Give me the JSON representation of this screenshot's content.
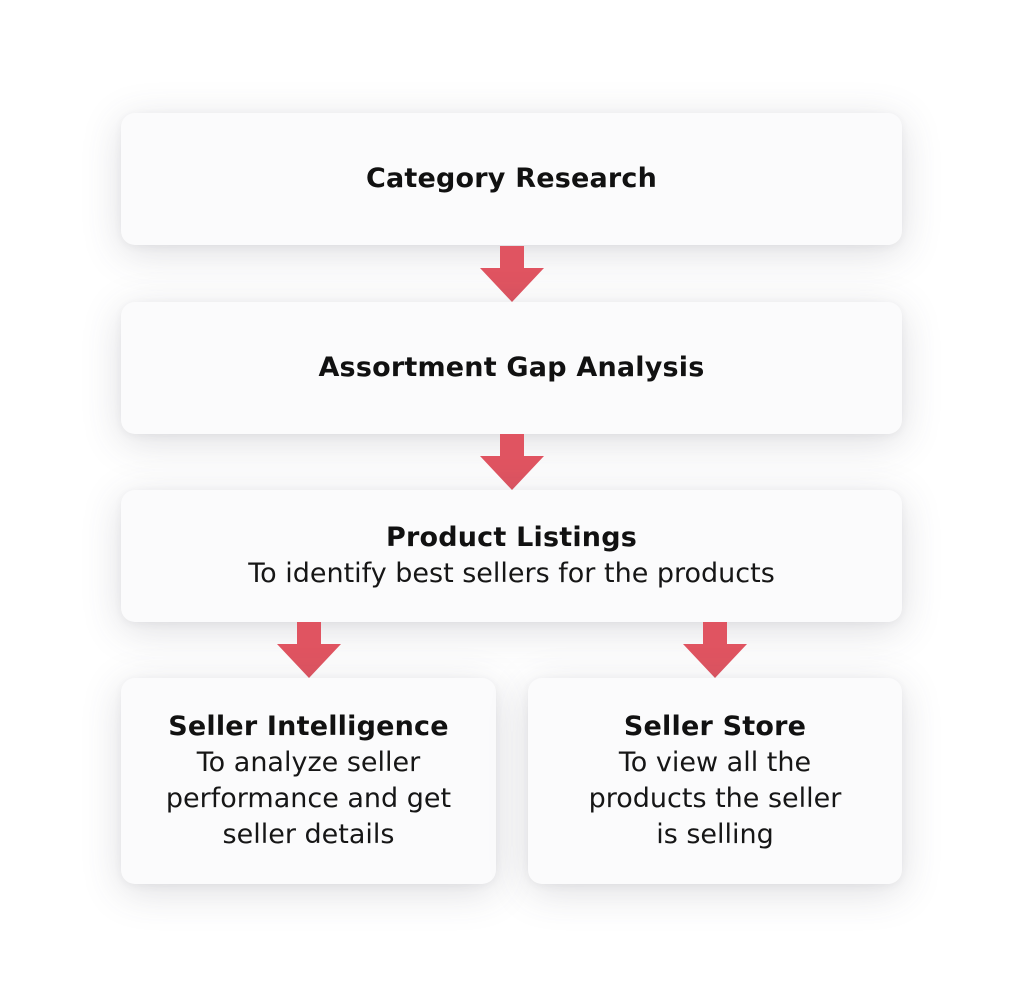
{
  "colors": {
    "arrow": "#e05461",
    "box_background": "#fbfbfc",
    "text": "#111111"
  },
  "steps": [
    {
      "title": "Category Research",
      "description": ""
    },
    {
      "title": "Assortment Gap Analysis",
      "description": ""
    },
    {
      "title": "Product Listings",
      "description": "To identify best sellers for the products"
    }
  ],
  "branches": [
    {
      "title": "Seller Intelligence",
      "description_lines": [
        "To analyze seller",
        "performance and get",
        "seller details"
      ]
    },
    {
      "title": "Seller Store",
      "description_lines": [
        "To view all the",
        "products the seller",
        "is selling"
      ]
    }
  ],
  "arrow_icon": "down-arrow-icon"
}
